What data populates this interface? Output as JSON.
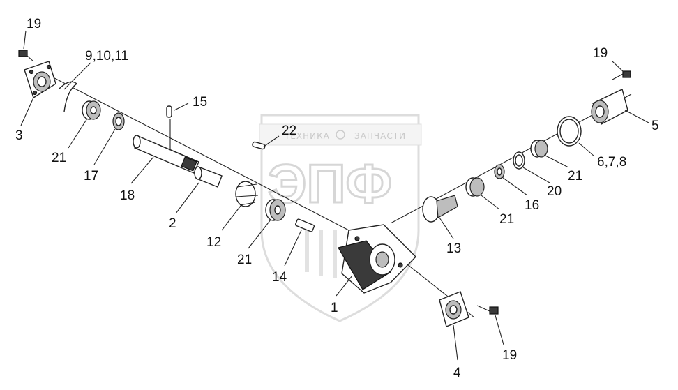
{
  "watermark": {
    "logo_letters": "ЭПФ",
    "banner_left": "ТЕХНИКА",
    "banner_right": "ЗАПЧАСТИ"
  },
  "callouts": [
    {
      "id": "c-19-top-left",
      "label": "19"
    },
    {
      "id": "c-9-10-11",
      "label": "9,10,11"
    },
    {
      "id": "c-3",
      "label": "3"
    },
    {
      "id": "c-21-left",
      "label": "21"
    },
    {
      "id": "c-17",
      "label": "17"
    },
    {
      "id": "c-15",
      "label": "15"
    },
    {
      "id": "c-22",
      "label": "22"
    },
    {
      "id": "c-18",
      "label": "18"
    },
    {
      "id": "c-2",
      "label": "2"
    },
    {
      "id": "c-12",
      "label": "12"
    },
    {
      "id": "c-21-mid",
      "label": "21"
    },
    {
      "id": "c-14",
      "label": "14"
    },
    {
      "id": "c-1",
      "label": "1"
    },
    {
      "id": "c-13",
      "label": "13"
    },
    {
      "id": "c-21-right-low",
      "label": "21"
    },
    {
      "id": "c-16",
      "label": "16"
    },
    {
      "id": "c-20",
      "label": "20"
    },
    {
      "id": "c-21-right-high",
      "label": "21"
    },
    {
      "id": "c-6-7-8",
      "label": "6,7,8"
    },
    {
      "id": "c-5",
      "label": "5"
    },
    {
      "id": "c-19-top-right",
      "label": "19"
    },
    {
      "id": "c-4",
      "label": "4"
    },
    {
      "id": "c-19-bottom",
      "label": "19"
    }
  ]
}
